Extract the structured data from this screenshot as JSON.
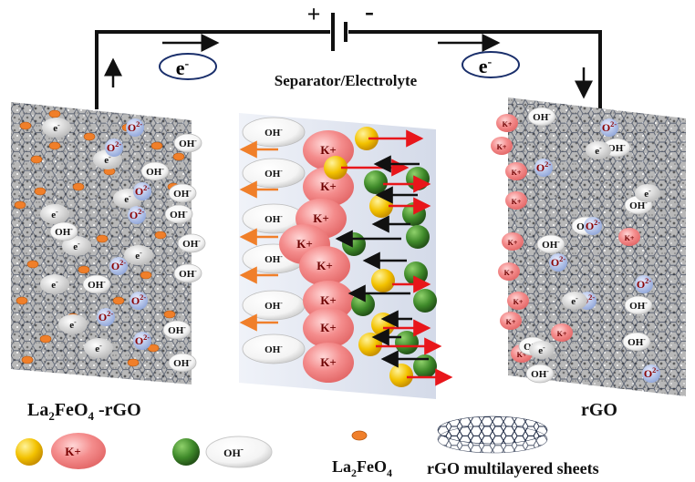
{
  "battery": {
    "plus": "+",
    "minus": "-"
  },
  "electron_label": "e",
  "electron_sup": "-",
  "center_title": "Separator/Electrolyte",
  "left_electrode": {
    "pre": "La",
    "sub1": "2",
    "mid": "FeO",
    "sub2": "4",
    "post": " -rGO"
  },
  "right_electrode": {
    "label": "rGO"
  },
  "ions": {
    "potassium": "K+",
    "hydroxide": "OH",
    "hydroxide_sup": "-",
    "oxide": "O",
    "oxide_sup": "2-",
    "electron": "e",
    "electron_sup": "-"
  },
  "legend": {
    "la2feo4": {
      "pre": "La",
      "sub1": "2",
      "mid": "FeO",
      "sub2": "4"
    },
    "rgo_sheets": "rGO multilayered sheets",
    "k_ion": "K+",
    "oh_ion": "OH",
    "oh_sup": "-"
  },
  "colors": {
    "wire": "#111111",
    "potassium": "#f08080",
    "hydroxide": "#ffffff",
    "oxide": "#a8b8e0",
    "electron_bubble": "#d8d8d8",
    "la2feo4": "#f07f2a",
    "yellow_ball": "#f5c400",
    "green_ball": "#3f8a2a",
    "red_arrow": "#e8161b",
    "orange_arrow": "#f07f2a"
  }
}
